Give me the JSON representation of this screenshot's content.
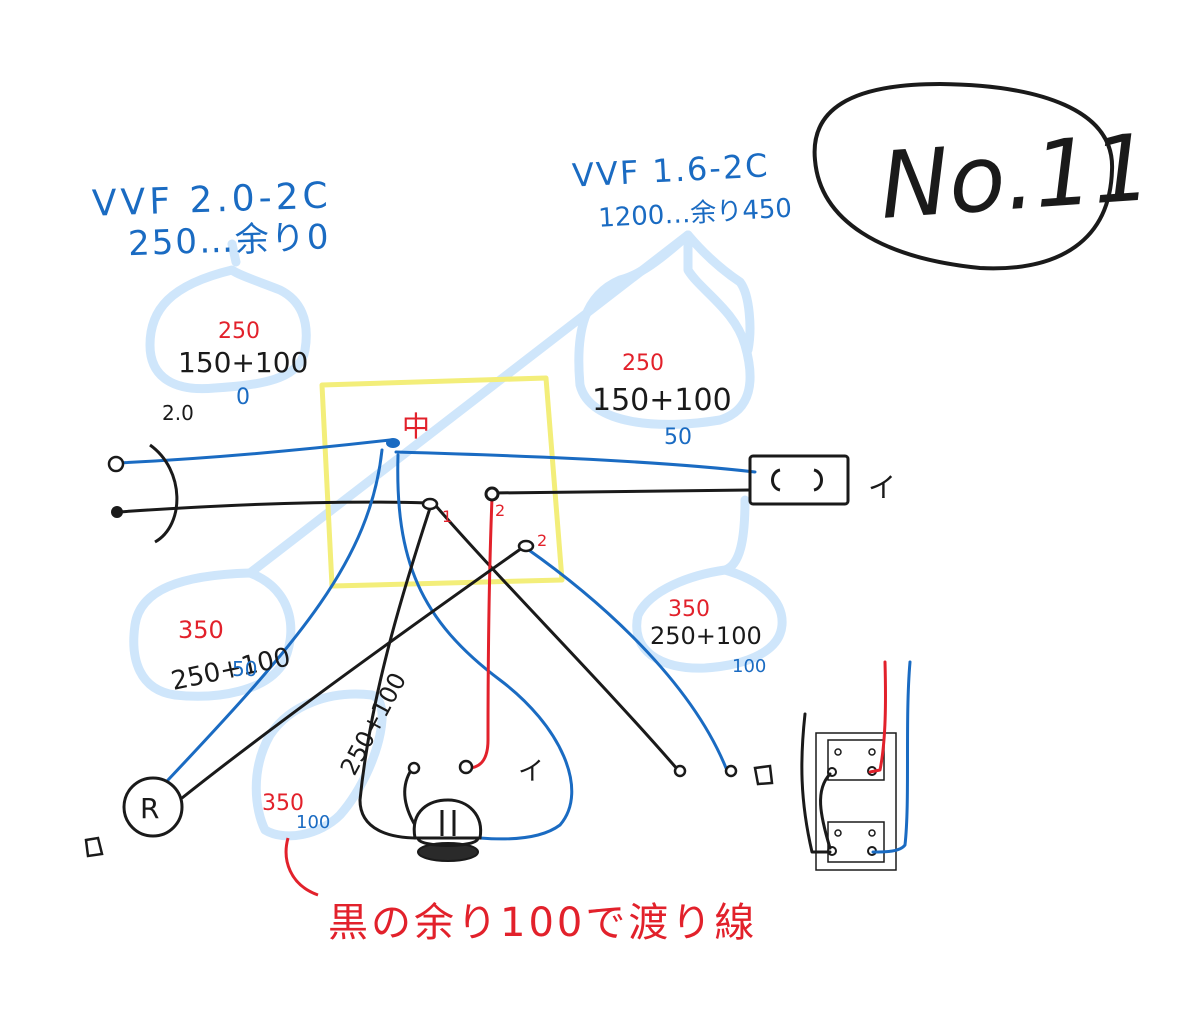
{
  "colors": {
    "blue": "#1a6bc2",
    "red": "#e2212b",
    "black": "#1a1a1a",
    "yellow": "#f3ee7a",
    "highlight": "#cfe6fb"
  },
  "title": "No.11",
  "cables": {
    "cable_a_spec": "VVF 2.0-2C",
    "cable_a_calc": "250…余り0",
    "cable_b_spec": "VVF 1.6-2C",
    "cable_b_calc": "1200…余り450"
  },
  "labels": {
    "top_left_cut": "250",
    "top_left_formula": "150+100",
    "top_left_rem": "0",
    "gauge": "2.0",
    "top_right_cut": "250",
    "top_right_formula": "150+100",
    "top_right_rem": "50",
    "box_center": "中",
    "term_1": "1",
    "term_2a": "2",
    "term_2b": "2",
    "outlet_mark": "イ",
    "left_cut": "350",
    "left_formula": "250+100",
    "left_rem": "50",
    "right_cut": "350",
    "right_formula": "250+100",
    "right_rem": "100",
    "bottom_formula": "250+100",
    "bottom_cut": "350",
    "bottom_rem": "100",
    "lamp_mark": "イ",
    "receptacle": "R",
    "note": "黒の余り100で渡り線"
  }
}
